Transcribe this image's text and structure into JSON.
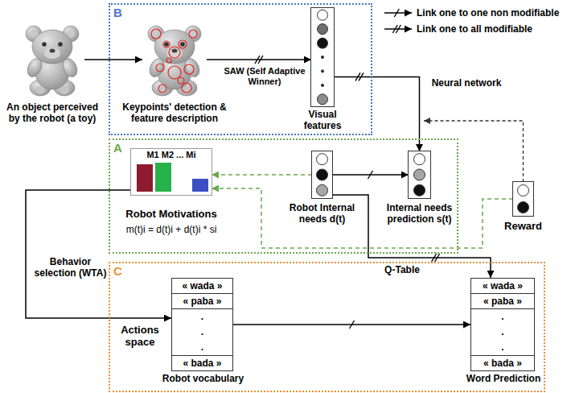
{
  "diagram": {
    "nodes": [
      {
        "text": [
          "An object perceived by the robot (a toy)"
        ]
      },
      {
        "text": [
          "B"
        ]
      },
      {
        "text": [
          "Keypoints' detection & feature description"
        ],
        "in": 1
      },
      {
        "text": [
          "Visual features"
        ],
        "in": 1
      },
      {
        "text": [
          "A"
        ]
      },
      {
        "text": [
          "M1 M2 ... Mi",
          "Robot Motivations",
          "m(t)i = d(t)i + d(t)i * si"
        ],
        "in": 4
      },
      {
        "text": [
          "Robot Internal needs d(t)"
        ],
        "in": 4
      },
      {
        "text": [
          "Internal needs prediction s(t)"
        ],
        "in": 4
      },
      {
        "text": [
          "Reward"
        ]
      },
      {
        "text": [
          "C"
        ]
      },
      {
        "text": [
          "« wada »",
          "« paba »",
          ".",
          ".",
          ".",
          "« bada »",
          "Robot vocabulary"
        ],
        "in": 9
      },
      {
        "text": [
          "« wada »",
          "« paba »",
          ".",
          ".",
          ".",
          "« bada »",
          "Word Prediction"
        ],
        "in": 9
      }
    ],
    "edges": [
      {
        "from": 0,
        "to": 2,
        "arrow": "to"
      },
      {
        "from": 2,
        "to": 3,
        "label": "SAW (Self Adaptive Winner)",
        "arrow": "to"
      },
      {
        "from": 3,
        "to": 7,
        "label": "Neural network",
        "arrow": "to"
      },
      {
        "from": 6,
        "to": 7,
        "arrow": "to"
      },
      {
        "from": 6,
        "to": 5,
        "arrow": "to"
      },
      {
        "from": 8,
        "to": 5,
        "arrow": "to"
      },
      {
        "from": 5,
        "to": 10,
        "label": "Behavior selection (WTA)",
        "arrow": "to"
      },
      {
        "from": 6,
        "to": 11,
        "label": "Q-Table",
        "arrow": "to"
      },
      {
        "from": 10,
        "to": 11,
        "arrow": "to"
      }
    ],
    "labels": [
      "Actions space"
    ],
    "legend": [
      {
        "text": "Link one to one non modifiable"
      },
      {
        "text": "Link one to all modifiable"
      }
    ]
  }
}
